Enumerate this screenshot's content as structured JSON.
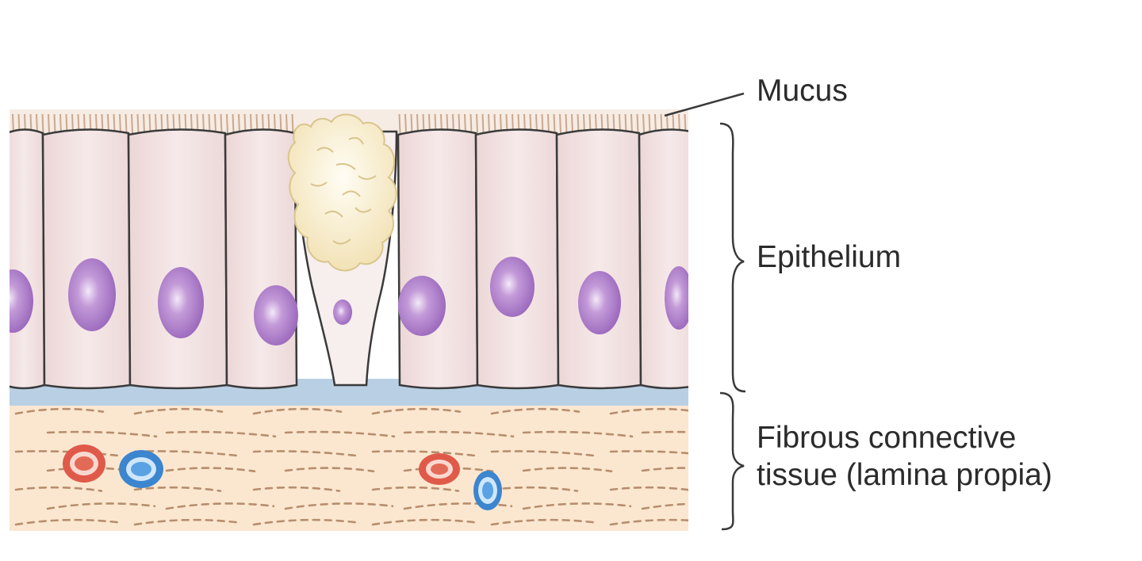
{
  "labels": {
    "mucus": "Mucus",
    "epithelium": "Epithelium",
    "fibrous_line1": "Fibrous connective",
    "fibrous_line2": "tissue (lamina propia)"
  },
  "colors": {
    "mucus_stripe": "#c9a88f",
    "cell_fill": "#f1dede",
    "cell_outline": "#3a3a3a",
    "nucleus": "#a878c4",
    "basement_membrane": "#b9d0e4",
    "connective_tissue": "#fbe7d0",
    "fiber_dash": "#b78e6d",
    "red_blood_cell": "#e05a4a",
    "blue_cell": "#4a97da",
    "goblet_mucus": "#f6ecc6"
  },
  "icons": [
    "red-blood-cell-icon",
    "blue-cell-icon"
  ]
}
